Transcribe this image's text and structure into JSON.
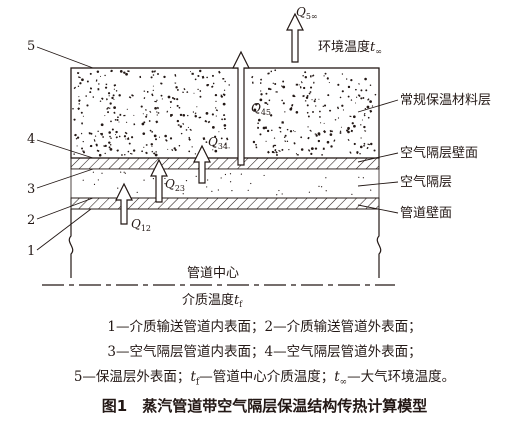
{
  "diagram": {
    "heat_flows": {
      "q5": {
        "base": "Q",
        "sub": "5∞"
      },
      "q45": {
        "base": "Q",
        "sub": "45"
      },
      "q34": {
        "base": "Q",
        "sub": "34"
      },
      "q23": {
        "base": "Q",
        "sub": "23"
      },
      "q12": {
        "base": "Q",
        "sub": "12"
      }
    },
    "ambient_label": {
      "text": "环境温度",
      "symbol": "t",
      "sub": "∞"
    },
    "layer_labels": {
      "insulation": "常规保温材料层",
      "air_wall": "空气隔层壁面",
      "air_layer": "空气隔层",
      "pipe_wall": "管道壁面"
    },
    "surface_numbers": {
      "n1": "1",
      "n2": "2",
      "n3": "3",
      "n4": "4",
      "n5": "5"
    },
    "centerline_label": "管道中心",
    "medium_label": {
      "text": "介质温度",
      "symbol": "t",
      "sub": "f"
    }
  },
  "caption_lines": {
    "line1": "1—介质输送管道内表面；2—介质输送管道外表面；",
    "line2": "3—空气隔层管道内表面；4—空气隔层管道外表面；",
    "line3": {
      "prefix": "5—保温层外表面；",
      "t1": "t",
      "t1_sub": "f",
      "mid": "—管道中心介质温度；",
      "t2": "t",
      "t2_sub": "∞",
      "suffix": "—大气环境温度。"
    }
  },
  "figure_title": "图1　蒸汽管道带空气隔层保温结构传热计算模型"
}
